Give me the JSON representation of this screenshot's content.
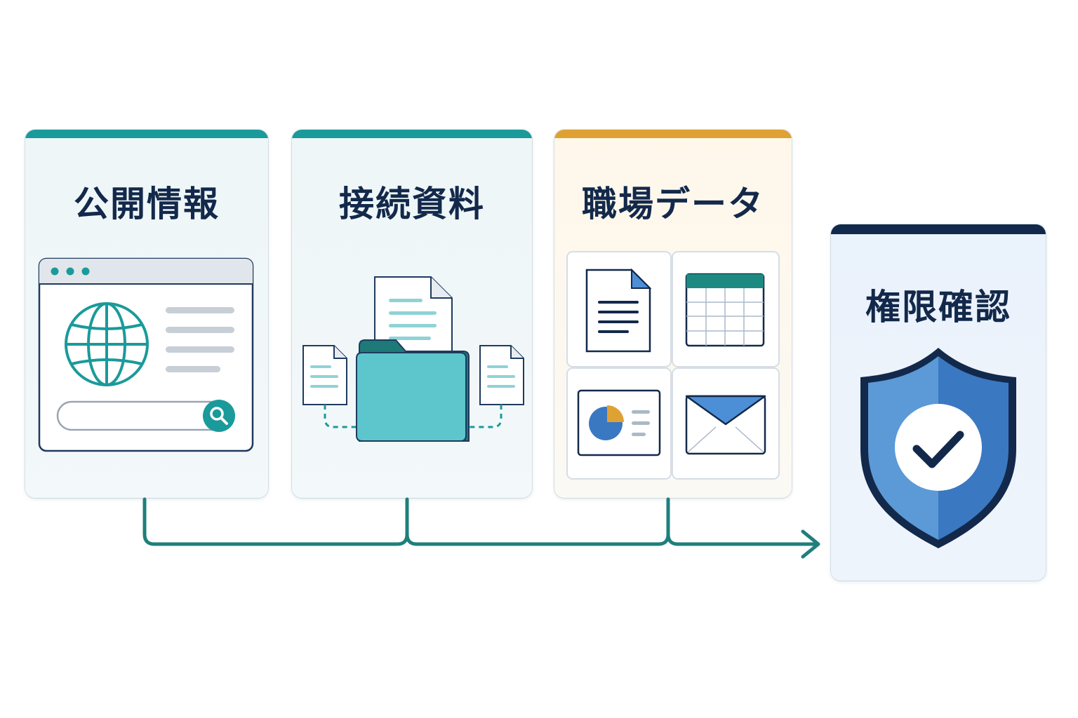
{
  "colors": {
    "teal": "#1a9a9a",
    "dark_teal": "#1d7a78",
    "orange": "#e0a134",
    "navy": "#13294b",
    "blue": "#3a78c2",
    "light_teal_fill": "#5cc6cc",
    "flow_line": "#1f7f7c"
  },
  "cards": {
    "public_info": {
      "title": "公開情報",
      "icons": [
        "browser-window-icon",
        "globe-icon",
        "search-icon"
      ]
    },
    "connected_materials": {
      "title": "接続資料",
      "icons": [
        "folder-icon",
        "document-icon"
      ]
    },
    "workplace_data": {
      "title": "職場データ",
      "icons": [
        "document-icon",
        "spreadsheet-icon",
        "pie-chart-icon",
        "mail-icon"
      ]
    },
    "permission_check": {
      "title": "権限確認",
      "icons": [
        "shield-check-icon"
      ]
    }
  },
  "flow": {
    "icon": "arrow-right-icon"
  }
}
